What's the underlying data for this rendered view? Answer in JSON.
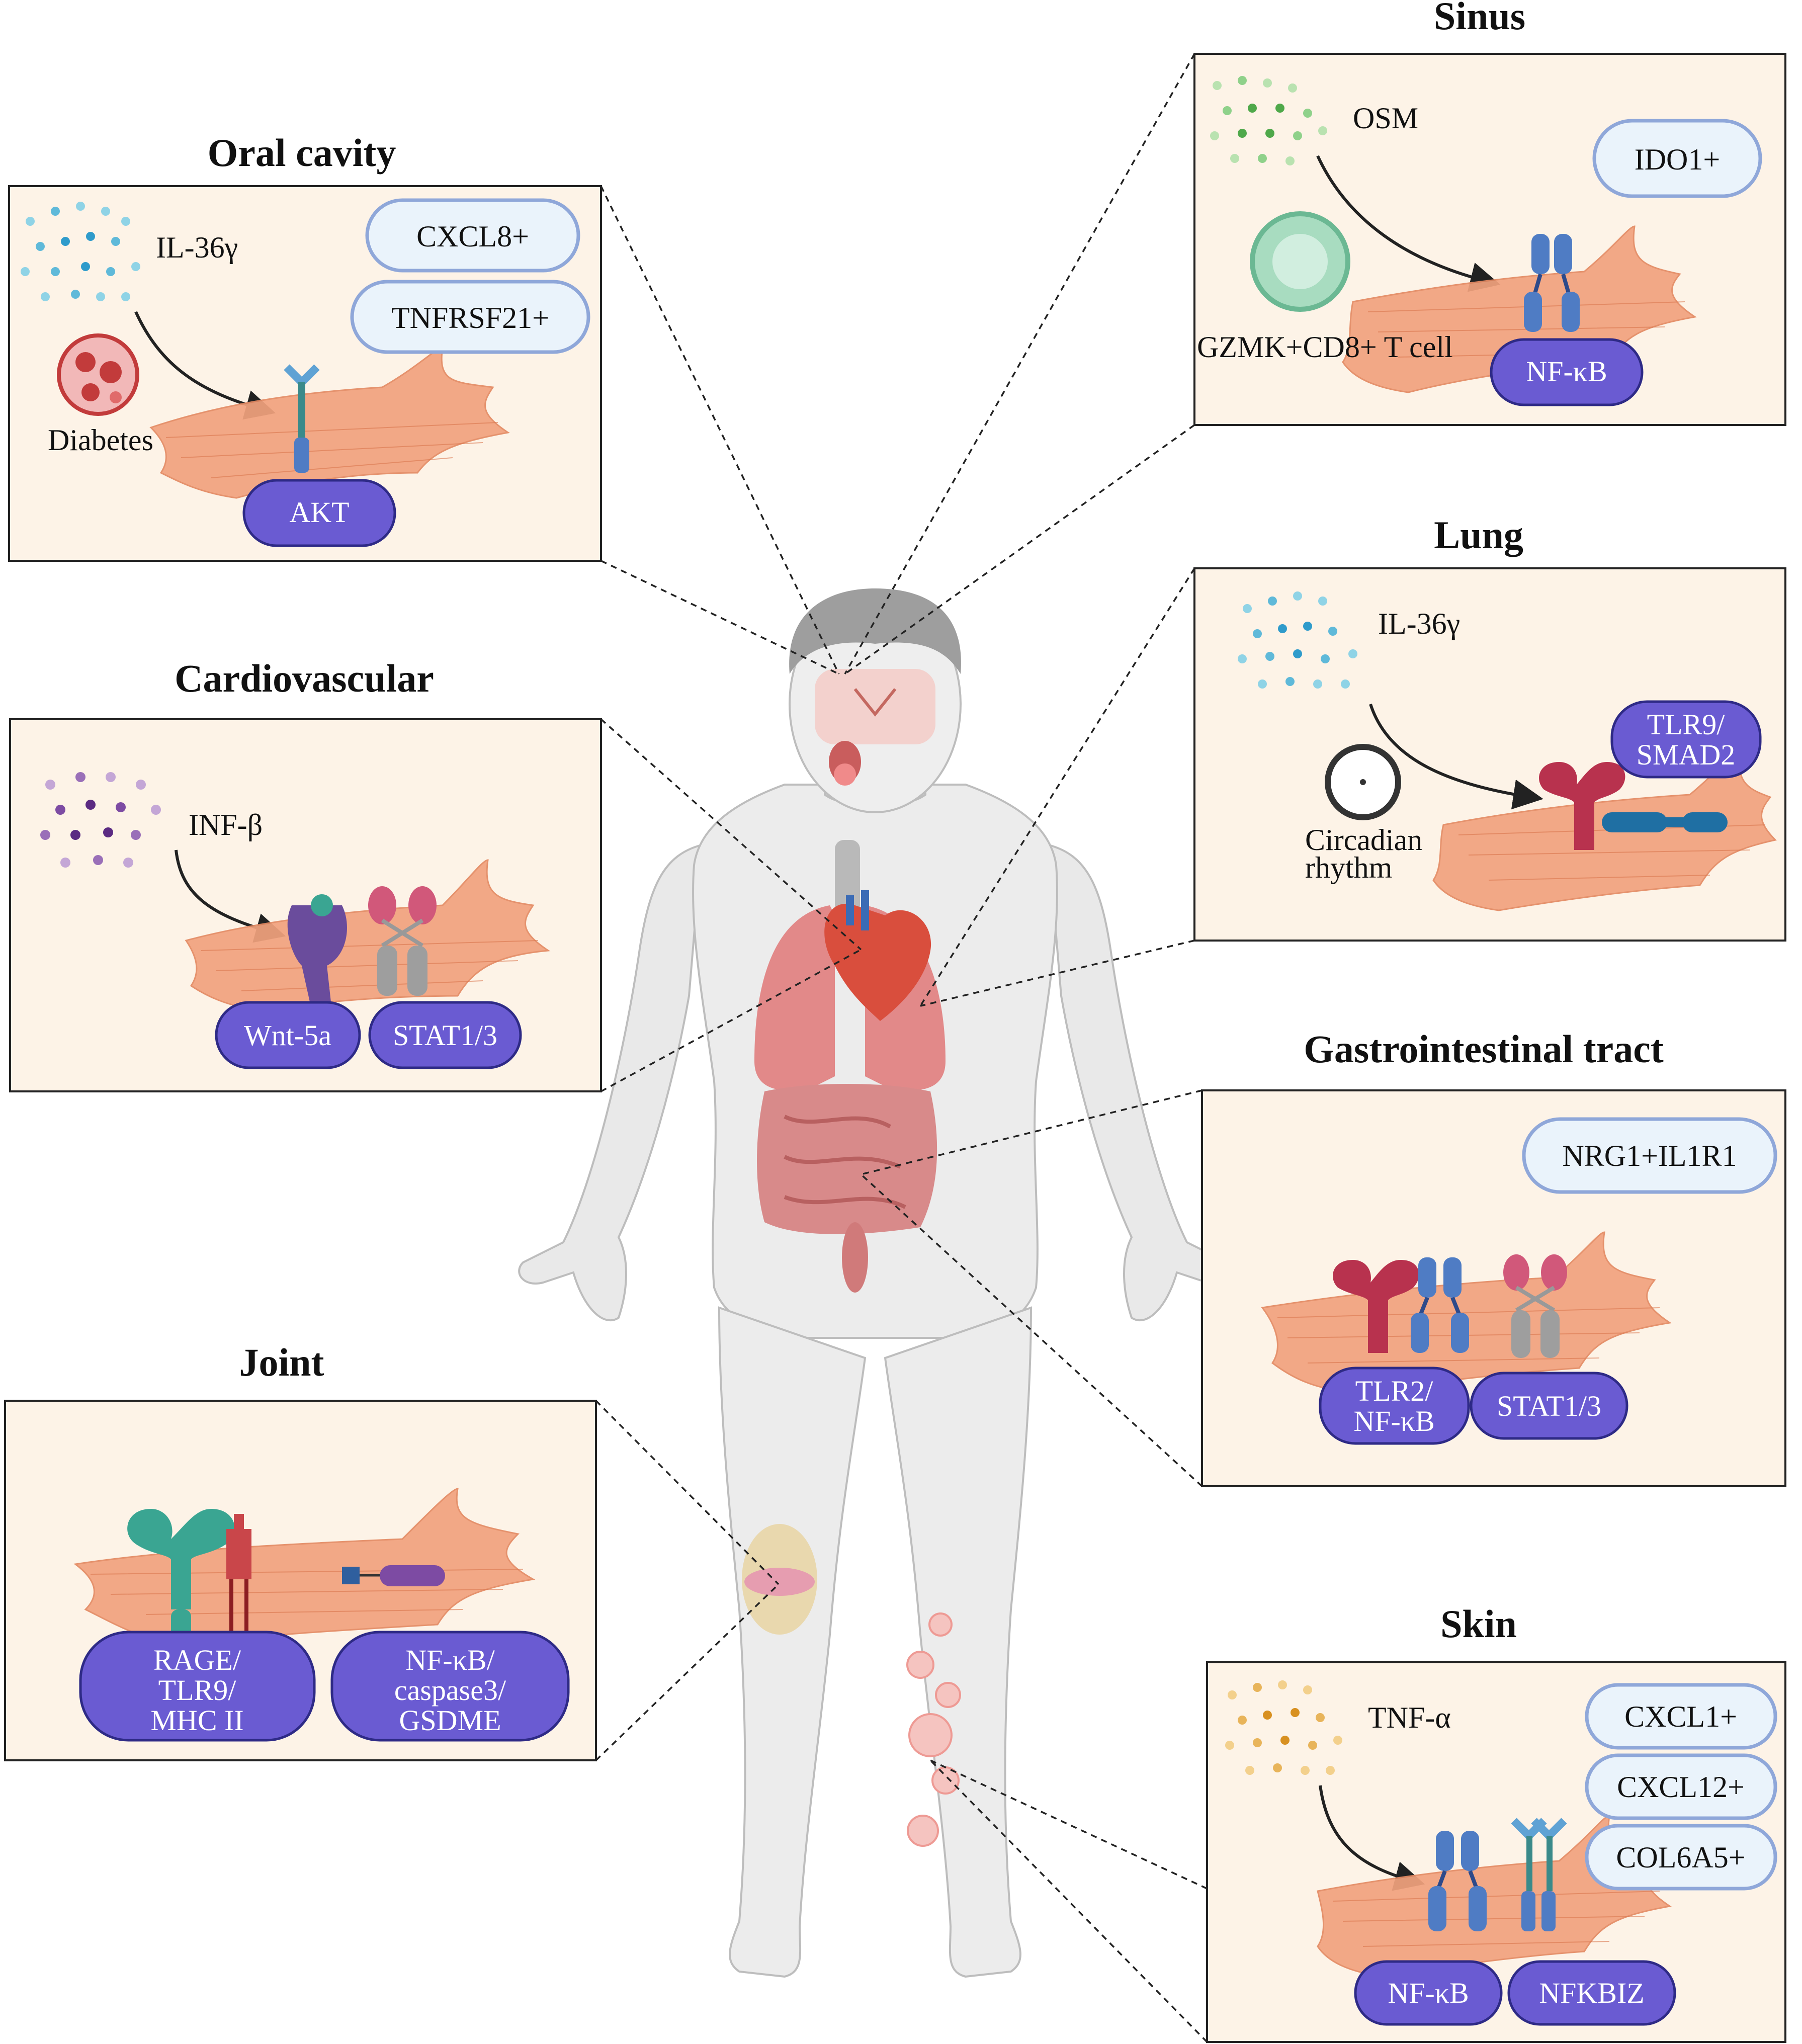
{
  "colors": {
    "panel_bg": "#fdf3e7",
    "pill": "#6a5bd2",
    "marker_bg": "#eaf3fb",
    "marker_border": "#8fa7d9",
    "cell": "#f2a27e",
    "receptor_blue": "#4f7cc4",
    "receptor_red": "#b8324e",
    "receptor_teal": "#3aa592"
  },
  "panels": {
    "oral": {
      "title": "Oral cavity",
      "ligand": "IL-36γ",
      "factor": "Diabetes",
      "markers": [
        "CXCL8+",
        "TNFRSF21+"
      ],
      "pathways": [
        "AKT"
      ]
    },
    "cardio": {
      "title": "Cardiovascular",
      "ligand": "INF-β",
      "pathways": [
        "Wnt-5a",
        "STAT1/3"
      ]
    },
    "joint": {
      "title": "Joint",
      "pathways": [
        [
          "RAGE/",
          "TLR9/",
          "MHC II"
        ],
        [
          "NF-κB/",
          "caspase3/",
          "GSDME"
        ]
      ]
    },
    "sinus": {
      "title": "Sinus",
      "ligand": "OSM",
      "cell_label": "GZMK+CD8+ T cell",
      "markers": [
        "IDO1+"
      ],
      "pathways": [
        "NF-κB"
      ]
    },
    "lung": {
      "title": "Lung",
      "ligand": "IL-36γ",
      "factor_lines": [
        "Circadian",
        "rhythm"
      ],
      "pathways": [
        [
          "TLR9/",
          "SMAD2"
        ]
      ]
    },
    "gi": {
      "title": "Gastrointestinal tract",
      "markers": [
        "NRG1+IL1R1"
      ],
      "pathways": [
        [
          "TLR2/",
          "NF-κB"
        ],
        [
          "STAT1/3"
        ]
      ]
    },
    "skin": {
      "title": "Skin",
      "ligand": "TNF-α",
      "markers": [
        "CXCL1+",
        "CXCL12+",
        "COL6A5+"
      ],
      "pathways": [
        "NF-κB",
        "NFKBIZ"
      ]
    }
  }
}
